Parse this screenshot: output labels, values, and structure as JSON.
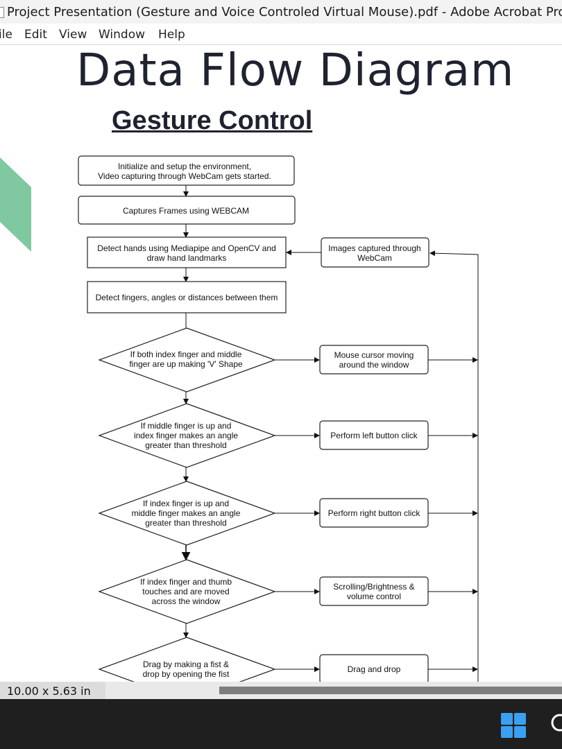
{
  "window": {
    "title": "Project Presentation (Gesture and Voice Controled Virtual Mouse).pdf - Adobe Acrobat Pro DC"
  },
  "menu": {
    "items": [
      "ile",
      "Edit",
      "View",
      "Window",
      "Help"
    ]
  },
  "slide": {
    "heading": "Data Flow Diagram",
    "subheading": "Gesture Control",
    "accent_color": "#80c8a0"
  },
  "flowchart": {
    "steps": {
      "init": [
        "Initialize and setup the environment,",
        "Video capturing through WebCam gets started."
      ],
      "capture": [
        "Captures Frames using WEBCAM"
      ],
      "detect_hands": [
        "Detect hands using Mediapipe and OpenCV and",
        "draw hand landmarks"
      ],
      "detect_fingers": [
        "Detect fingers, angles or distances between them"
      ],
      "images_captured": [
        "Images captured through",
        "WebCam"
      ]
    },
    "decisions": [
      {
        "condition": [
          "If both index finger and middle",
          "finger are up making 'V' Shape"
        ],
        "action": [
          "Mouse cursor moving",
          "around the window"
        ]
      },
      {
        "condition": [
          "If middle finger is up and",
          "index finger makes an angle",
          "greater than threshold"
        ],
        "action": [
          "Perform left button click"
        ]
      },
      {
        "condition": [
          "If index finger is up and",
          "middle finger makes an angle",
          "greater than threshold"
        ],
        "action": [
          "Perform right button click"
        ]
      },
      {
        "condition": [
          "If index finger and thumb",
          "touches and are moved",
          "across the window"
        ],
        "action": [
          "Scrolling/Brightness &",
          "volume control"
        ]
      },
      {
        "condition": [
          "Drag by making a fist &",
          "drop by opening the fist"
        ],
        "action": [
          "Drag and drop"
        ]
      }
    ]
  },
  "status": {
    "page_size": "10.00 x 5.63 in"
  },
  "icons": {
    "title": "pdf-document-icon",
    "start": "windows-start-icon",
    "search": "search-icon"
  }
}
